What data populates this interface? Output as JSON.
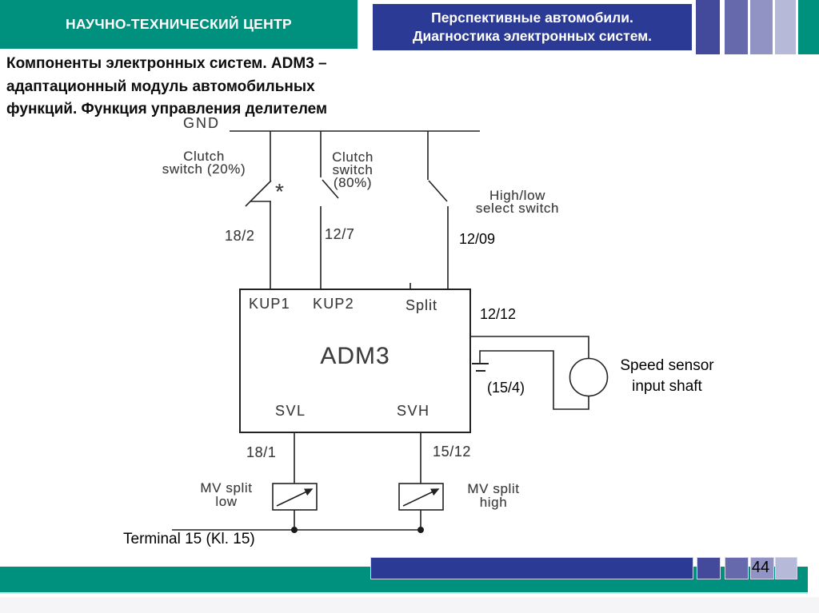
{
  "header": {
    "org_title": "НАУЧНО-ТЕХНИЧЕСКИЙ ЦЕНТР",
    "slide_title": "Перспективные автомобили.\nДиагностика электронных систем."
  },
  "subtitle": "Компоненты электронных систем. ADM3 –\nадаптационный модуль автомобильных\nфункций.  Функция управления делителем",
  "diagram": {
    "gnd": "GND",
    "clutch_switch_20": "Clutch\nswitch (20%)",
    "asterisk": "*",
    "clutch_switch_80": "Clutch\nswitch\n(80%)",
    "high_low_select": "High/low\nselect switch",
    "wire_18_2": "18/2",
    "wire_12_7": "12/7",
    "wire_12_09": "12/09",
    "pin_kup1": "KUP1",
    "pin_kup2": "KUP2",
    "pin_split": "Split",
    "module_name": "ADM3",
    "pin_svl": "SVL",
    "pin_svh": "SVH",
    "wire_12_12": "12/12",
    "ground_ref": "(15/4)",
    "speed_sensor": "Speed sensor\ninput shaft",
    "wire_18_1": "18/1",
    "wire_15_12": "15/12",
    "mv_split_low": "MV split\nlow",
    "mv_split_high": "MV split\nhigh",
    "terminal_15": "Terminal  15 (Kl. 15)"
  },
  "footer": {
    "page_number": "44"
  },
  "colors": {
    "teal": "#00917E",
    "navy": "#2B3A94",
    "stripe_1": "#434A9B",
    "stripe_2": "#666AAD",
    "stripe_3": "#9193C4",
    "stripe_4": "#B7B9D8"
  }
}
